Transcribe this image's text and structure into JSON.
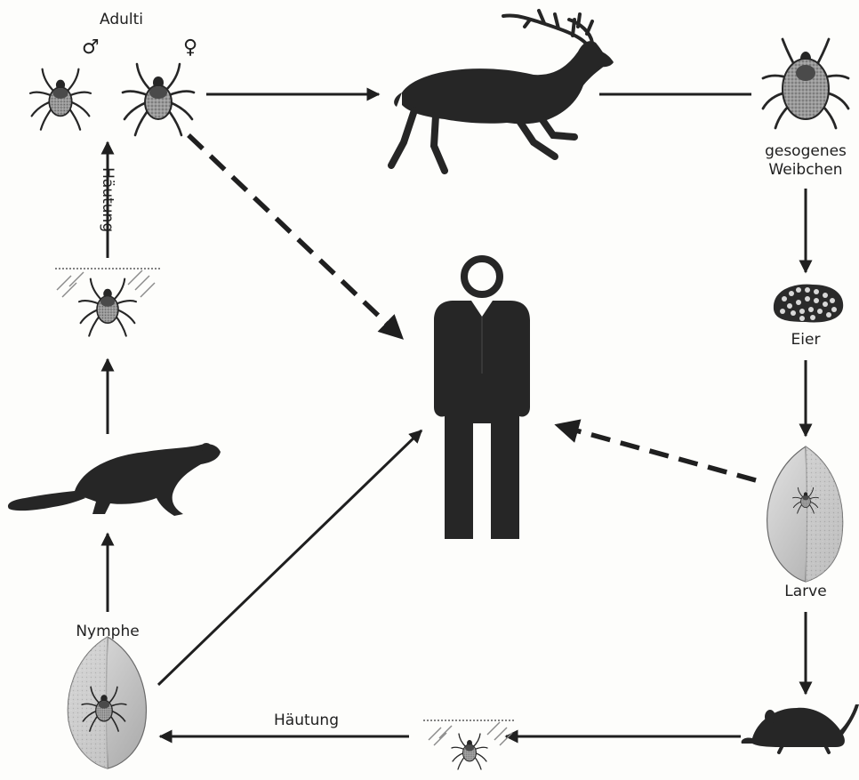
{
  "labels": {
    "adults": "Adulti",
    "male_symbol": "♂",
    "female_symbol": "♀",
    "engorged_line1": "gesogenes",
    "engorged_line2": "Weibchen",
    "eggs": "Eier",
    "larva": "Larve",
    "nymph": "Nymphe",
    "molt_bottom": "Häutung",
    "molt_left": "Häutung"
  },
  "colors": {
    "ink": "#1f1f1f",
    "silhouette": "#262626",
    "tick_body": "#8d8d8d",
    "tick_dark": "#4a4a4a",
    "leaf_fill": "#c9c9c9",
    "paper": "#fdfdfb"
  },
  "nodes": [
    {
      "id": "adult-male-tick",
      "icon": "tick-icon"
    },
    {
      "id": "adult-female-tick",
      "icon": "tick-icon"
    },
    {
      "id": "deer",
      "icon": "deer-icon"
    },
    {
      "id": "engorged-female-tick",
      "icon": "engorged-tick-icon"
    },
    {
      "id": "eggs",
      "icon": "egg-cluster-icon"
    },
    {
      "id": "larva-leaf",
      "icon": "leaf-icon"
    },
    {
      "id": "mouse",
      "icon": "mouse-icon"
    },
    {
      "id": "molting-larva",
      "icon": "molting-tick-icon"
    },
    {
      "id": "nymph-leaf",
      "icon": "leaf-icon"
    },
    {
      "id": "marten",
      "icon": "marten-icon"
    },
    {
      "id": "molting-nymph",
      "icon": "molting-tick-icon"
    },
    {
      "id": "human",
      "icon": "human-icon"
    }
  ],
  "edges": [
    {
      "from": "adult-female-tick",
      "to": "deer",
      "style": "solid",
      "arrow": true
    },
    {
      "from": "deer",
      "to": "engorged-female-tick",
      "style": "solid",
      "arrow": false
    },
    {
      "from": "engorged-female-tick",
      "to": "eggs",
      "style": "solid",
      "arrow": true
    },
    {
      "from": "eggs",
      "to": "larva-leaf",
      "style": "solid",
      "arrow": true
    },
    {
      "from": "larva-leaf",
      "to": "mouse",
      "style": "solid",
      "arrow": true
    },
    {
      "from": "mouse",
      "to": "molting-larva",
      "style": "solid",
      "arrow": true
    },
    {
      "from": "molting-larva",
      "to": "nymph-leaf",
      "style": "solid",
      "arrow": true
    },
    {
      "from": "nymph-leaf",
      "to": "marten",
      "style": "solid",
      "arrow": true
    },
    {
      "from": "marten",
      "to": "molting-nymph",
      "style": "solid",
      "arrow": true
    },
    {
      "from": "molting-nymph",
      "to": "adult-male-tick",
      "style": "solid",
      "arrow": true
    },
    {
      "from": "adult-female-tick",
      "to": "human",
      "style": "dashed",
      "arrow": true
    },
    {
      "from": "larva-leaf",
      "to": "human",
      "style": "dashed",
      "arrow": true
    },
    {
      "from": "nymph-leaf",
      "to": "human",
      "style": "solid",
      "arrow": true
    }
  ]
}
